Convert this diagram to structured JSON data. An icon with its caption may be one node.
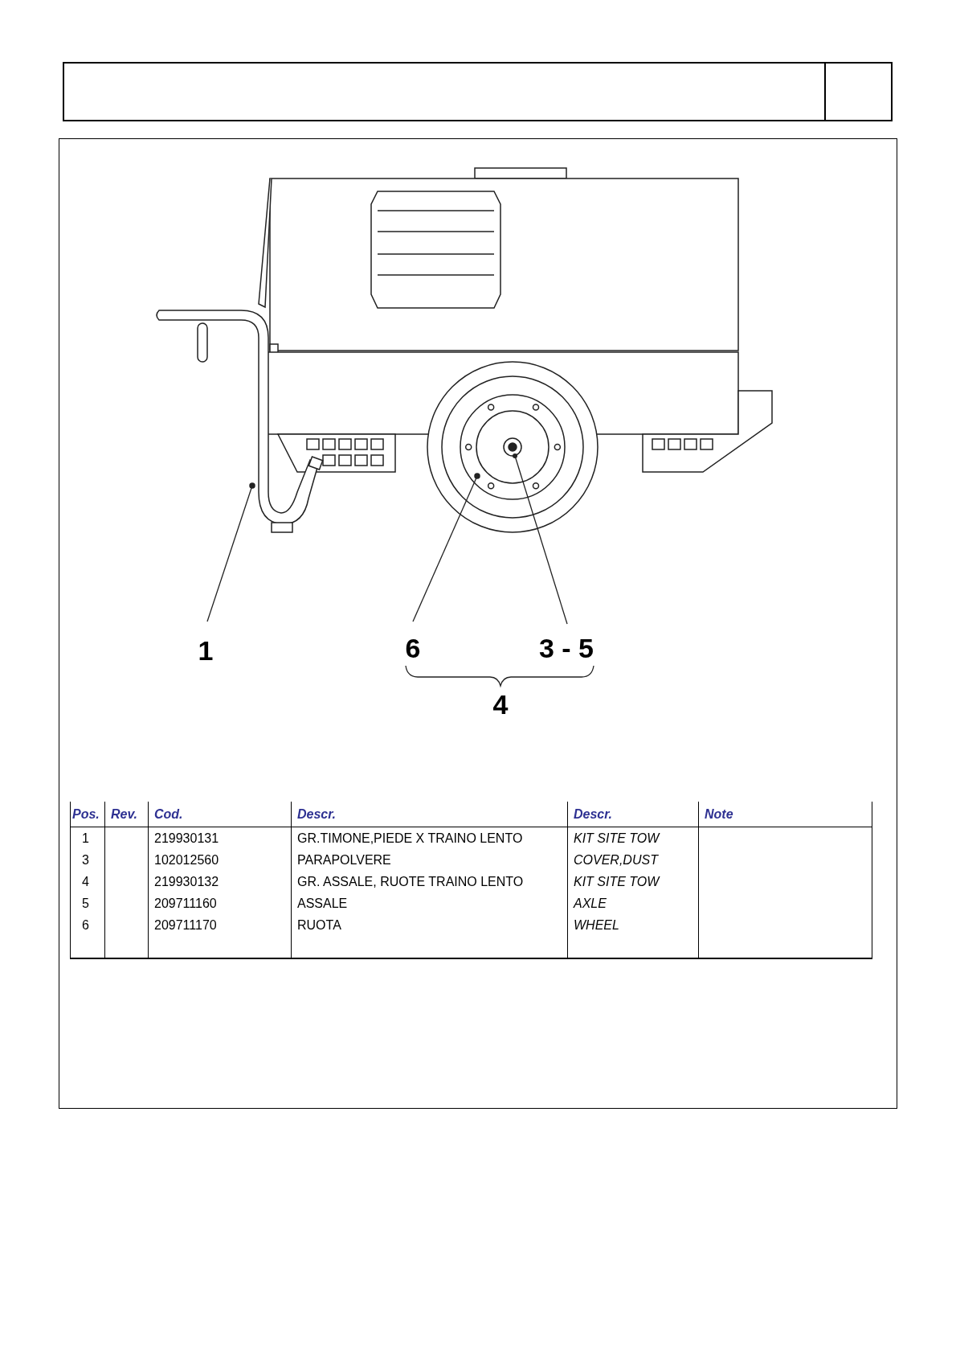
{
  "diagram": {
    "nodes": [
      {
        "text": [
          "1"
        ]
      },
      {
        "text": [
          "6"
        ]
      },
      {
        "text": [
          "3 - 5"
        ]
      },
      {
        "text": [],
        "shape": "picture"
      },
      {
        "text": [],
        "shape": "picture"
      },
      {
        "text": [],
        "shape": "picture",
        "in": 4
      }
    ],
    "edges": [
      {
        "from": 0,
        "to": 3,
        "arrow": "other"
      },
      {
        "from": 1,
        "to": 4,
        "arrow": "other"
      },
      {
        "from": 2,
        "to": 5,
        "arrow": "other"
      }
    ],
    "labels": [
      "4",
      "Pos.",
      "Rev.",
      "Cod.",
      "Descr.",
      "Descr.",
      "Note",
      "1",
      "219930131",
      "GR.TIMONE,PIEDE X TRAINO LENTO",
      "KIT SITE TOW",
      "3",
      "102012560",
      "PARAPOLVERE",
      "COVER,DUST",
      "4",
      "219930132",
      "GR. ASSALE, RUOTE TRAINO LENTO",
      "KIT SITE TOW",
      "5",
      "209711160",
      "ASSALE",
      "AXLE",
      "6",
      "209711170",
      "RUOTA",
      "WHEEL"
    ]
  }
}
